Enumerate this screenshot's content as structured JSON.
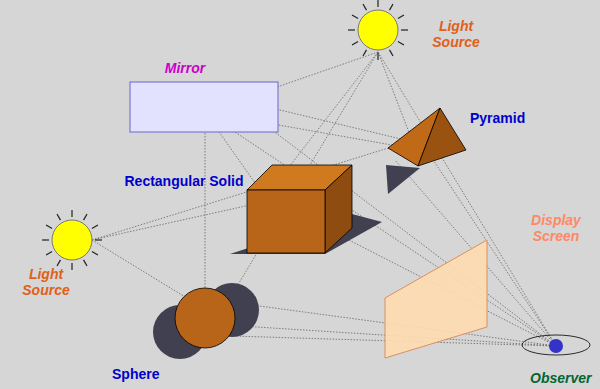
{
  "diagram": {
    "labels": [
      "Light Source",
      "Mirror",
      "Pyramid",
      "Rectangular Solid",
      "Light Source",
      "Display Screen",
      "Sphere",
      "Observer"
    ]
  }
}
